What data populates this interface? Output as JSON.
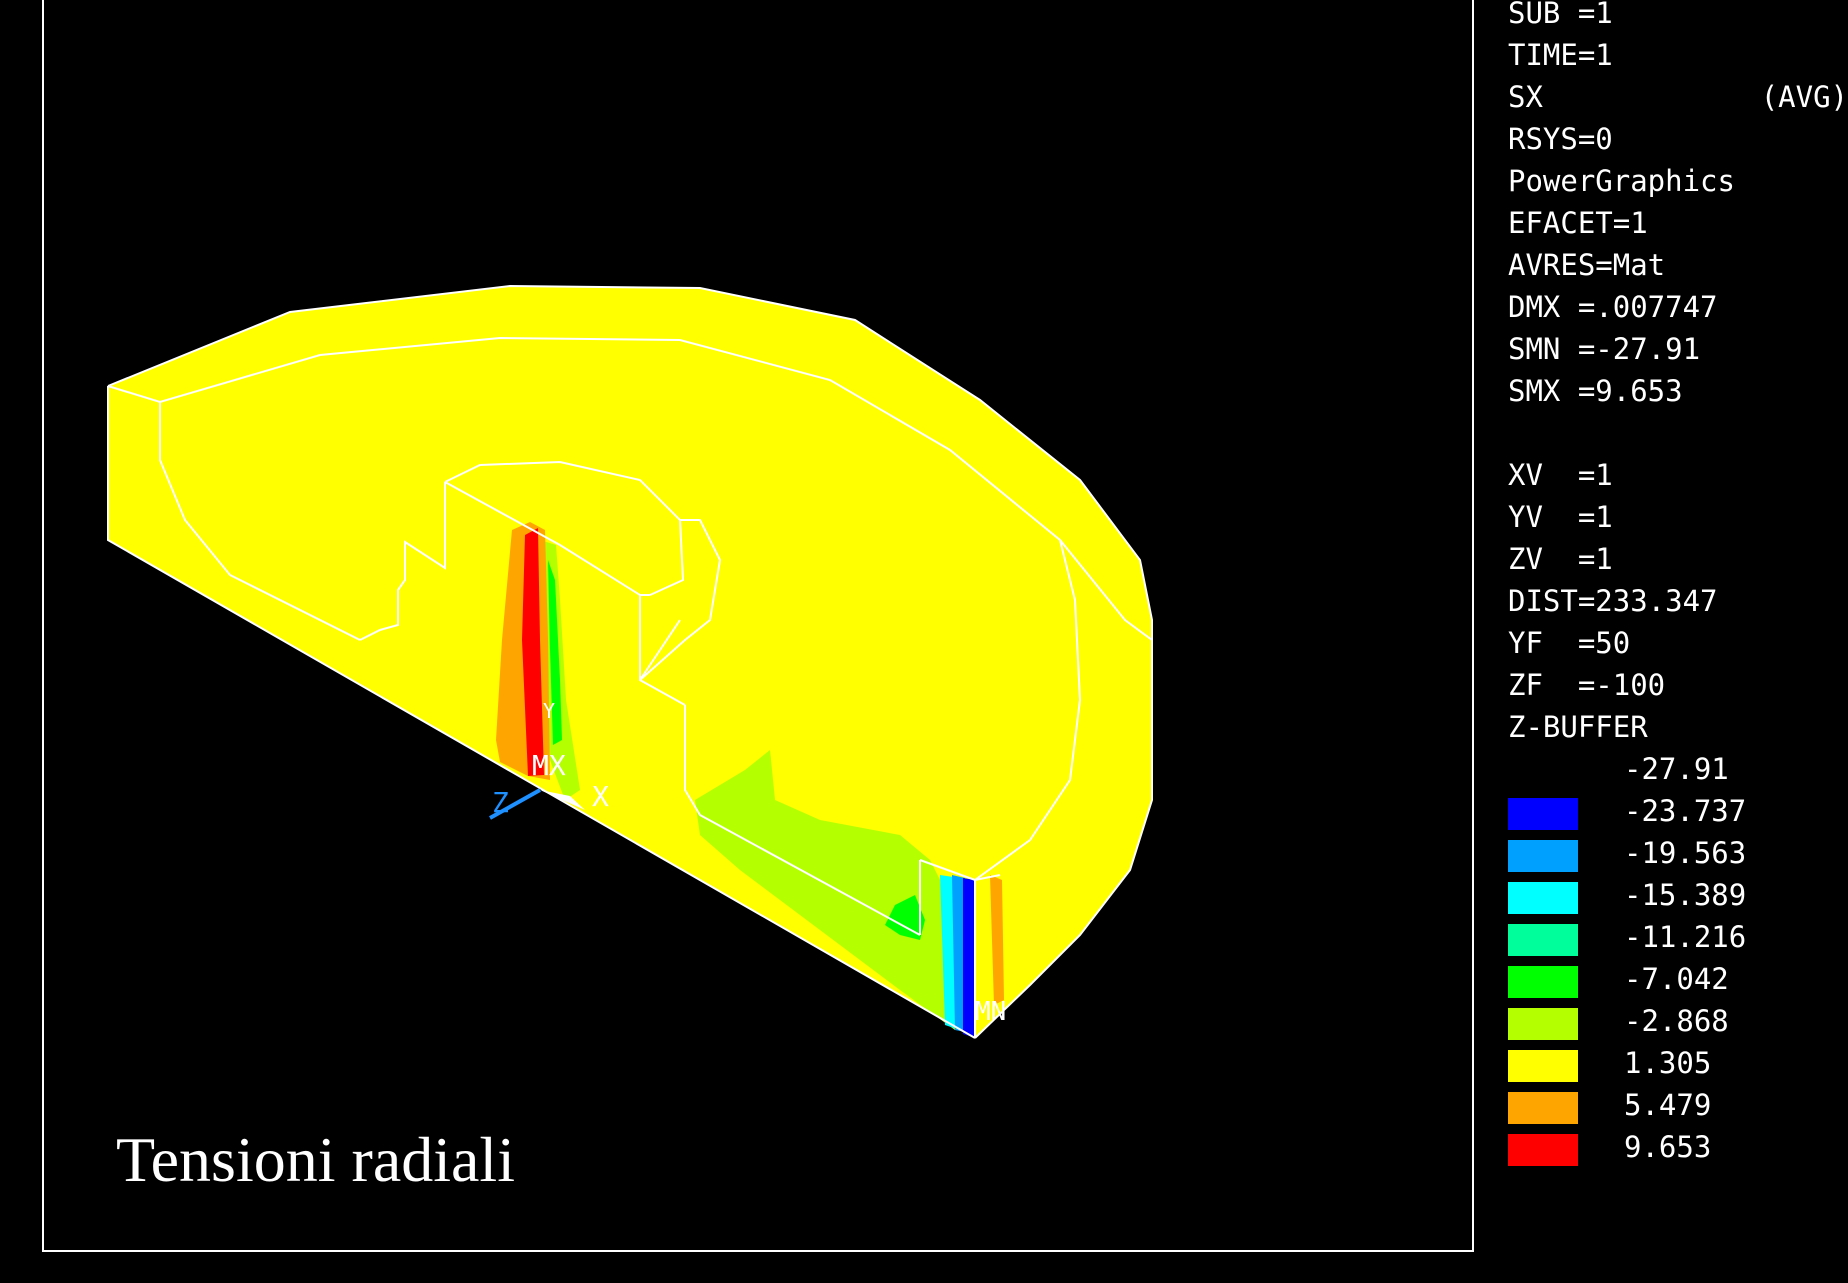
{
  "caption": "Tensioni radiali",
  "info": {
    "sub": "SUB =1",
    "time": "TIME=1",
    "result_item": "SX",
    "result_mode": "(AVG)",
    "rsys": "RSYS=0",
    "graphics": "PowerGraphics",
    "efacet": "EFACET=1",
    "avres": "AVRES=Mat",
    "dmx": "DMX =.007747",
    "smn": "SMN =-27.91",
    "smx": "SMX =9.653",
    "xv": "XV  =1",
    "yv": "YV  =1",
    "zv": "ZV  =1",
    "dist": "DIST=233.347",
    "yf": "YF  =50",
    "zf": "ZF  =-100",
    "zbuffer": "Z-BUFFER"
  },
  "legend": {
    "top_value": "-27.91",
    "bands": [
      {
        "label": "-23.737",
        "color": "#0000ff"
      },
      {
        "label": "-19.563",
        "color": "#00a0ff"
      },
      {
        "label": "-15.389",
        "color": "#00ffff"
      },
      {
        "label": "-11.216",
        "color": "#00ff9a"
      },
      {
        "label": "-7.042",
        "color": "#00ff00"
      },
      {
        "label": "-2.868",
        "color": "#b4ff00"
      },
      {
        "label": "1.305",
        "color": "#ffff00"
      },
      {
        "label": "5.479",
        "color": "#ffa500"
      },
      {
        "label": "9.653",
        "color": "#ff0000"
      }
    ]
  },
  "model": {
    "triad": {
      "z_label": "Z",
      "x_label": "X",
      "y_label": "Y"
    },
    "max_marker": "MX",
    "min_marker": "MN"
  }
}
